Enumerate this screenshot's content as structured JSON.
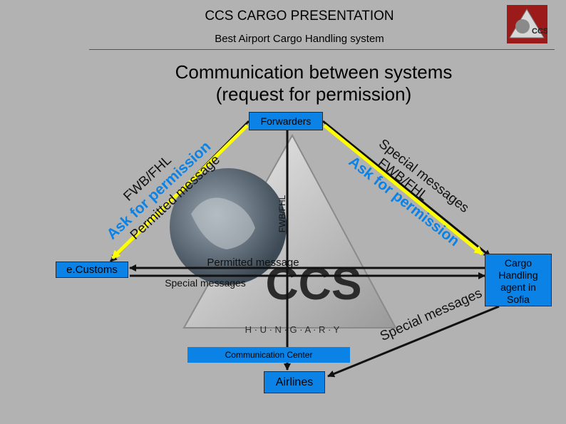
{
  "header": {
    "title": "CCS CARGO PRESENTATION",
    "subtitle": "Best Airport Cargo Handling system",
    "logo_text": "CCS"
  },
  "main_title": {
    "line1": "Communication between systems",
    "line2": "(request for permission)"
  },
  "nodes": {
    "forwarders": "Forwarders",
    "ecustoms": "e.Customs",
    "agent": [
      "Cargo",
      "Handling",
      "agent in",
      "Sofia"
    ],
    "airlines": "Airlines",
    "communication_center": "Communication Center"
  },
  "center_image": {
    "brand": "CCS",
    "country": "H · U · N · G · A · R · Y"
  },
  "labels": {
    "fwb_fhl_vertical": "FWB/FHL",
    "left_ask": "Ask for permission",
    "left_permitted": "Permitted message",
    "left_fwb": "FWB/FHL",
    "right_special": "Special messages",
    "right_fwb": "FWB/FHL",
    "right_ask": "Ask for permission",
    "permitted_message": "Permitted message",
    "special_messages": "Special messages",
    "lower_special": "Special messages"
  },
  "colors": {
    "background": "#b2b2b2",
    "node_fill": "#0a82e6",
    "yellow_arrow": "#ffff00",
    "dark_arrow": "#111111",
    "ask_text": "#0a82e6",
    "logo_red": "#9c1a1a"
  }
}
